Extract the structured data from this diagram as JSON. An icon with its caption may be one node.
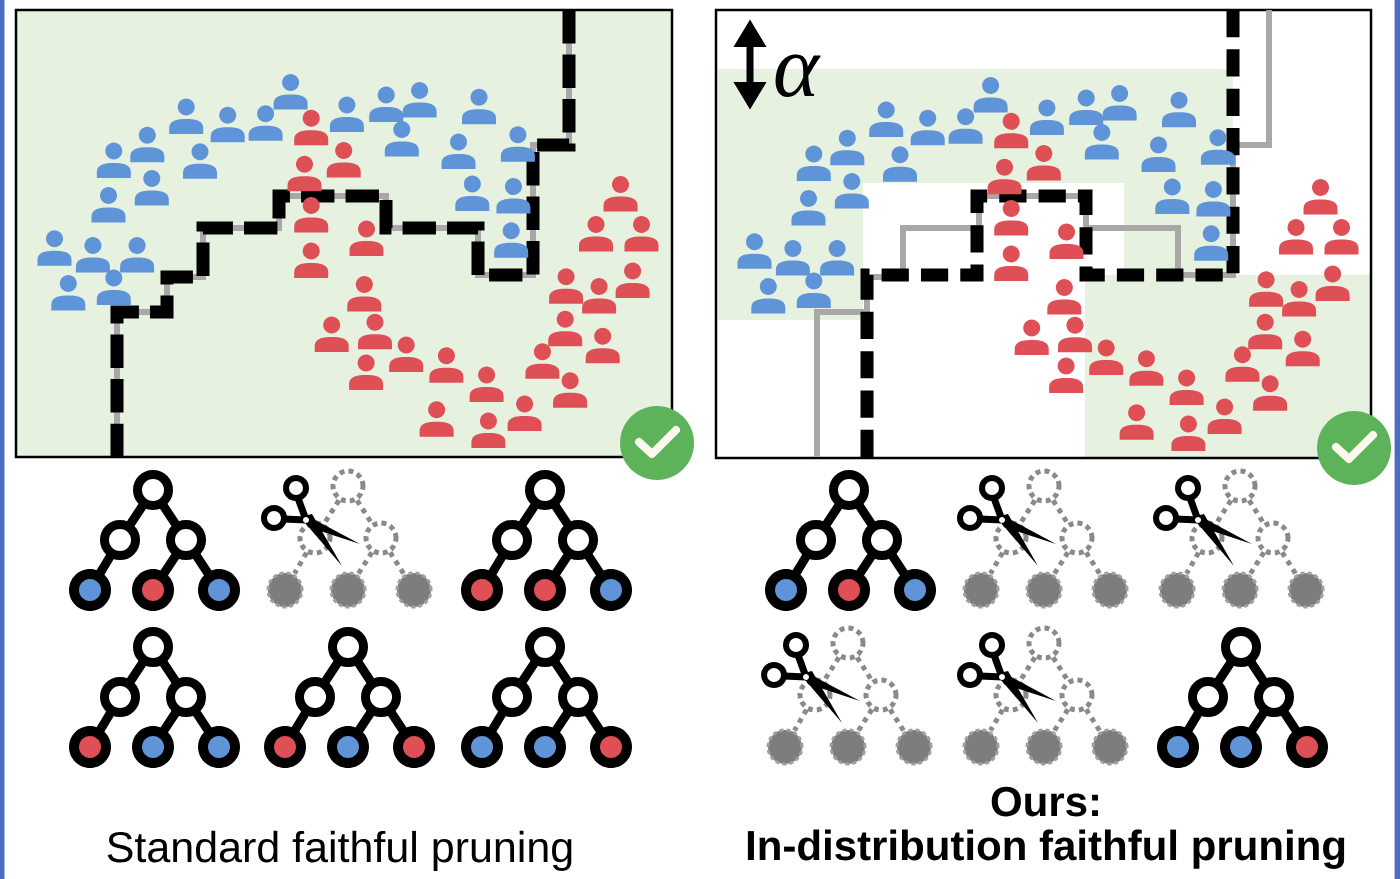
{
  "diagram": {
    "labels": [
      "α",
      "Standard faithful pruning",
      "Ours:",
      "In-distribution faithful pruning"
    ]
  }
}
